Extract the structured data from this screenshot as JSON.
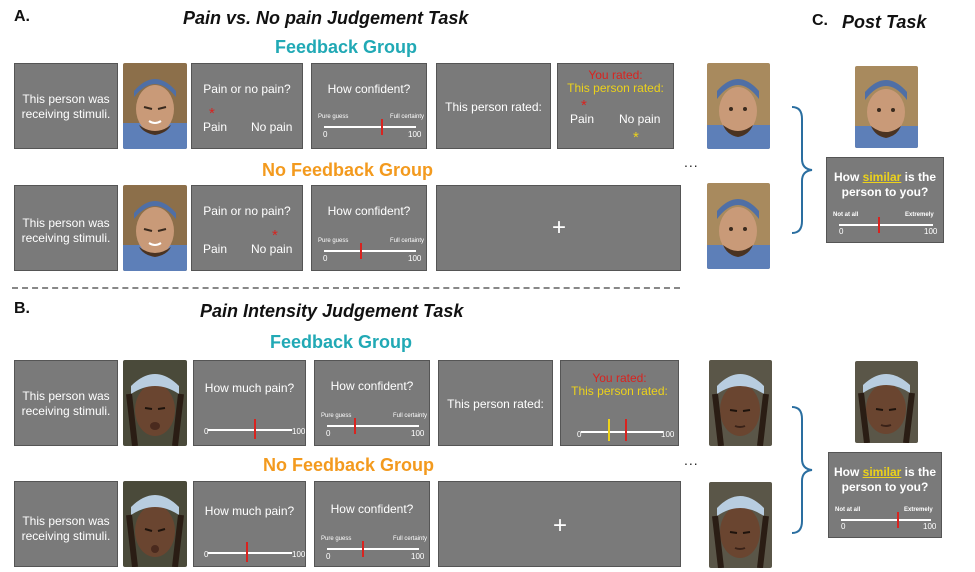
{
  "section_a": {
    "letter": "A.",
    "title": "Pain vs. No pain Judgement Task"
  },
  "section_b": {
    "letter": "B.",
    "title": "Pain Intensity Judgement Task"
  },
  "section_c": {
    "letter": "C.",
    "title": "Post Task"
  },
  "groups": {
    "feedback": "Feedback Group",
    "no_feedback": "No Feedback Group"
  },
  "stimulus_text": "This person was receiving stimuli.",
  "pain_q": "Pain or no pain?",
  "pain_opt": "Pain",
  "nopain_opt": "No pain",
  "confidence_q": "How confident?",
  "pure_guess": "Pure guess",
  "full_certainty": "Full certainty",
  "scale_min": "0",
  "scale_max": "100",
  "person_rated": "This person rated:",
  "you_rated": "You rated:",
  "how_much_pain": "How much pain?",
  "fixation": "+",
  "ellipsis": "...",
  "similar": {
    "pre": "How ",
    "word": "similar",
    "post": " is the",
    "line2": "person to you?",
    "left": "Not at all",
    "right": "Extremely"
  },
  "colors": {
    "panel": "#7a7a7a",
    "red": "#d9231f",
    "yellow": "#ecd21b",
    "teal": "#21a9b5",
    "orange": "#f39a1e",
    "bracket": "#2a6ea0"
  }
}
